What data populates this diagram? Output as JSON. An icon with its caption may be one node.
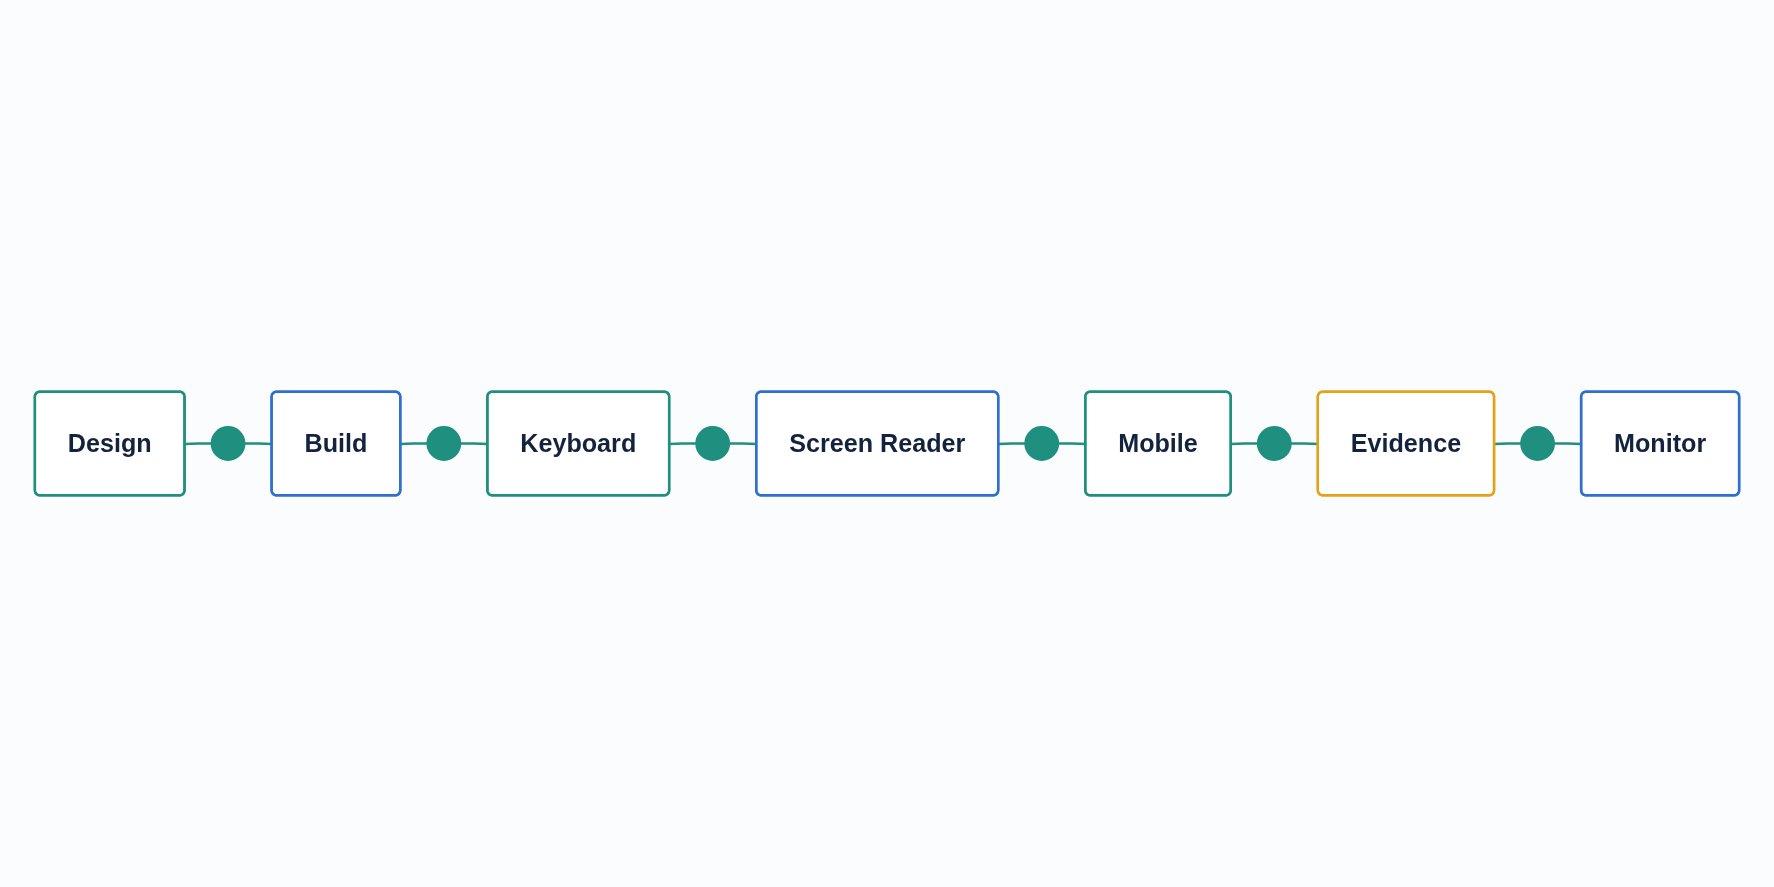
{
  "diagram": {
    "nodes": [
      {
        "text": [
          "Design"
        ]
      },
      {
        "text": [],
        "shape": "circle"
      },
      {
        "text": [
          "Build"
        ]
      },
      {
        "text": [],
        "shape": "circle"
      },
      {
        "text": [
          "Keyboard"
        ]
      },
      {
        "text": [],
        "shape": "circle"
      },
      {
        "text": [
          "Screen Reader"
        ]
      },
      {
        "text": [],
        "shape": "circle"
      },
      {
        "text": [
          "Mobile"
        ]
      },
      {
        "text": [],
        "shape": "circle"
      },
      {
        "text": [
          "Evidence"
        ]
      },
      {
        "text": [],
        "shape": "circle"
      },
      {
        "text": [
          "Monitor"
        ]
      }
    ],
    "edges": [
      {
        "from": 0,
        "to": 1,
        "arrow": "none"
      },
      {
        "from": 1,
        "to": 2,
        "arrow": "none"
      },
      {
        "from": 2,
        "to": 3,
        "arrow": "none"
      },
      {
        "from": 3,
        "to": 4,
        "arrow": "none"
      },
      {
        "from": 4,
        "to": 5,
        "arrow": "none"
      },
      {
        "from": 5,
        "to": 6,
        "arrow": "none"
      },
      {
        "from": 6,
        "to": 7,
        "arrow": "none"
      },
      {
        "from": 7,
        "to": 8,
        "arrow": "none"
      },
      {
        "from": 8,
        "to": 9,
        "arrow": "none"
      },
      {
        "from": 9,
        "to": 10,
        "arrow": "none"
      },
      {
        "from": 10,
        "to": 11,
        "arrow": "none"
      },
      {
        "from": 11,
        "to": 12,
        "arrow": "none"
      }
    ]
  }
}
